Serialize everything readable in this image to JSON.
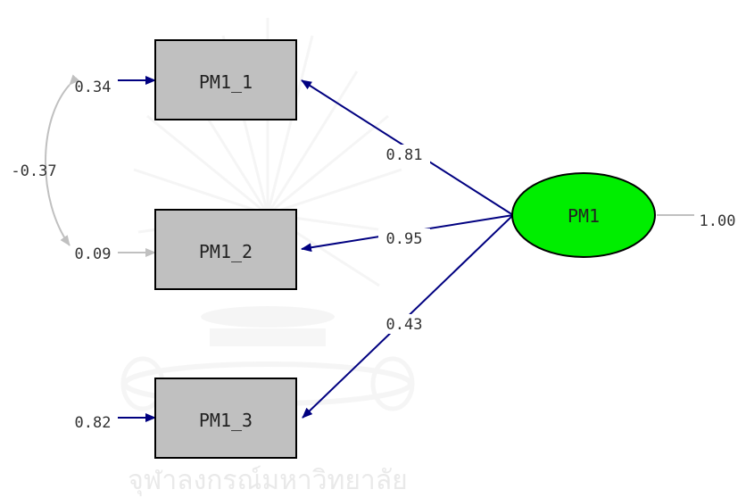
{
  "watermark": {
    "text": "จุฬาลงกรณ์มหาวิทยาลัย"
  },
  "observed": [
    {
      "id": "pm1_1",
      "label": "PM1_1",
      "error": "0.34",
      "loading": "0.81"
    },
    {
      "id": "pm1_2",
      "label": "PM1_2",
      "error": "0.09",
      "loading": "0.95"
    },
    {
      "id": "pm1_3",
      "label": "PM1_3",
      "error": "0.82",
      "loading": "0.43"
    }
  ],
  "latent": {
    "label": "PM1",
    "variance": "1.00"
  },
  "covariance": {
    "between": [
      "PM1_1",
      "PM1_2"
    ],
    "value": "-0.37"
  },
  "colors": {
    "path": "#000080",
    "box_fill": "#c0c0c0",
    "latent_fill": "#00ee00",
    "error_covariance": "#c0c0c0",
    "text": "#333333"
  }
}
